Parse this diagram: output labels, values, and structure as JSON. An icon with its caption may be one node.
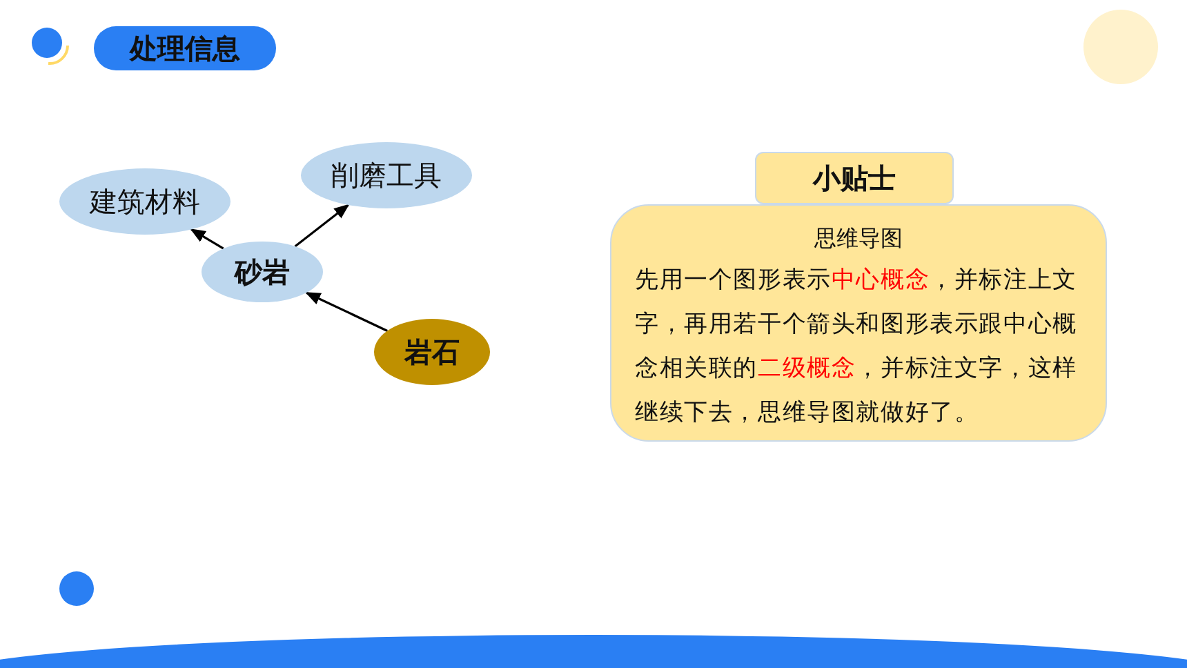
{
  "diagram": {
    "title": "处理信息",
    "nodes": [
      {
        "text": [
          "建筑材料"
        ]
      },
      {
        "text": [
          "削磨工具"
        ]
      },
      {
        "text": [
          "砂岩"
        ]
      },
      {
        "text": [
          "岩石"
        ]
      },
      {
        "text": [
          "小贴士"
        ]
      },
      {
        "text": [
          "思维导图",
          "先用一个图形表示**中心概念**，并标注上文字，再用若干个箭头和图形表示跟中心概念相关联的**二级概念**，并标注文字，这样继续下去，思维导图就做好了。"
        ]
      }
    ],
    "edges": [
      {
        "from": 2,
        "to": 0,
        "arrow": "to"
      },
      {
        "from": 2,
        "to": 1,
        "arrow": "to"
      },
      {
        "from": 3,
        "to": 2,
        "arrow": "to"
      }
    ]
  }
}
